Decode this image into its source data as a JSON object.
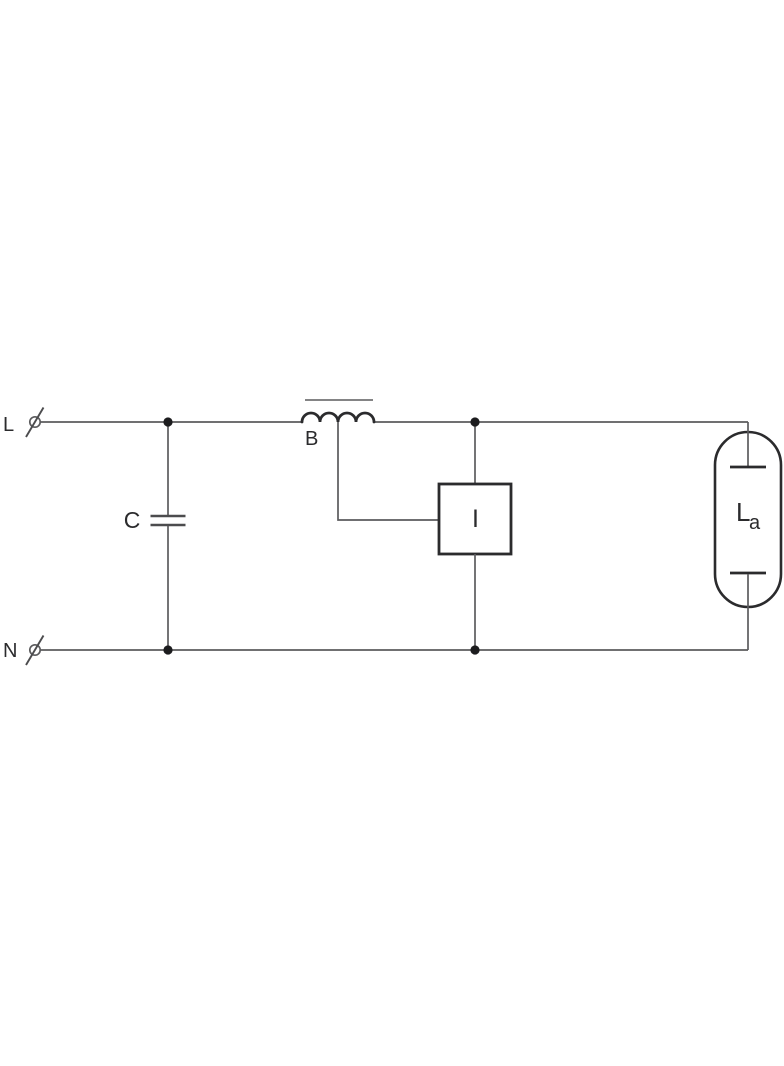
{
  "diagram": {
    "labels": {
      "line_terminal": "L",
      "neutral_terminal": "N",
      "capacitor": "C",
      "ballast": "B",
      "ignitor": "I",
      "lamp": "L",
      "lamp_subscript": "a"
    },
    "colors": {
      "background": "#ffffff",
      "wire": "#5b5b5d",
      "component": "#2b2b2d",
      "plate": "#4c4c4e",
      "text": "#2b2b2d",
      "junction": "#1c1c1e"
    }
  }
}
